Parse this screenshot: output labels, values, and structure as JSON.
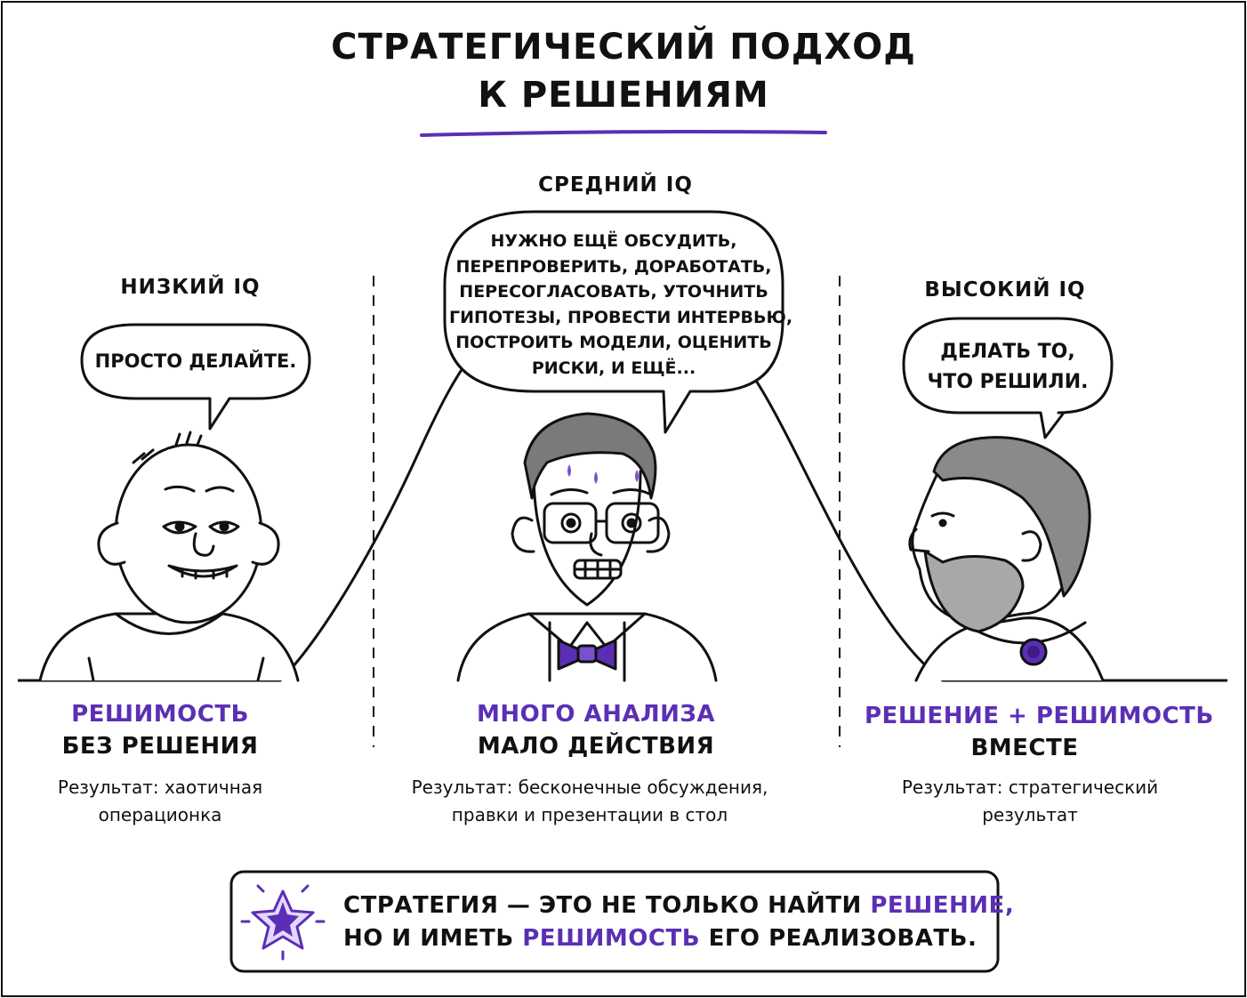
{
  "title": {
    "line1": "СТРАТЕГИЧЕСКИЙ ПОДХОД",
    "line2": "К РЕШЕНИЯМ"
  },
  "colors": {
    "accent": "#5b2fb5",
    "ink": "#111111",
    "background": "#ffffff"
  },
  "columns": [
    {
      "iq_label": "НИЗКИЙ IQ",
      "speech": [
        "ПРОСТО ДЕЛАЙТЕ."
      ],
      "heading_accent": "РЕШИМОСТЬ",
      "heading_plain": "БЕЗ РЕШЕНИЯ",
      "result": [
        "Результат: хаотичная",
        "операционка"
      ],
      "portrait": "simple-man-portrait"
    },
    {
      "iq_label": "СРЕДНИЙ IQ",
      "speech": [
        "НУЖНО ЕЩЁ ОБСУДИТЬ,",
        "ПЕРЕПРОВЕРИТЬ, ДОРАБОТАТЬ,",
        "ПЕРЕСОГЛАСОВАТЬ, УТОЧНИТЬ",
        "ГИПОТЕЗЫ, ПРОВЕСТИ ИНТЕРВЬЮ,",
        "ПОСТРОИТЬ МОДЕЛИ, ОЦЕНИТЬ",
        "РИСКИ, И ЕЩЁ..."
      ],
      "heading_accent": "МНОГО АНАЛИЗА",
      "heading_plain": "МАЛО ДЕЙСТВИЯ",
      "result": [
        "Результат: бесконечные обсуждения,",
        "правки и презентации в стол"
      ],
      "portrait": "nervous-analyst-portrait"
    },
    {
      "iq_label": "ВЫСОКИЙ IQ",
      "speech": [
        "ДЕЛАТЬ ТО,",
        "ЧТО РЕШИЛИ."
      ],
      "heading_accent": "РЕШЕНИЕ + РЕШИМОСТЬ",
      "heading_plain": "ВМЕСТЕ",
      "result": [
        "Результат: стратегический",
        "результат"
      ],
      "portrait": "bearded-sage-portrait"
    }
  ],
  "summary": {
    "line1_a": "СТРАТЕГИЯ — ЭТО НЕ ТОЛЬКО НАЙТИ ",
    "line1_accent": "РЕШЕНИЕ,",
    "line2_a": "НО И ИМЕТЬ ",
    "line2_accent": "РЕШИМОСТЬ",
    "line2_b": " ЕГО РЕАЛИЗОВАТЬ.",
    "icon": "star-icon"
  }
}
